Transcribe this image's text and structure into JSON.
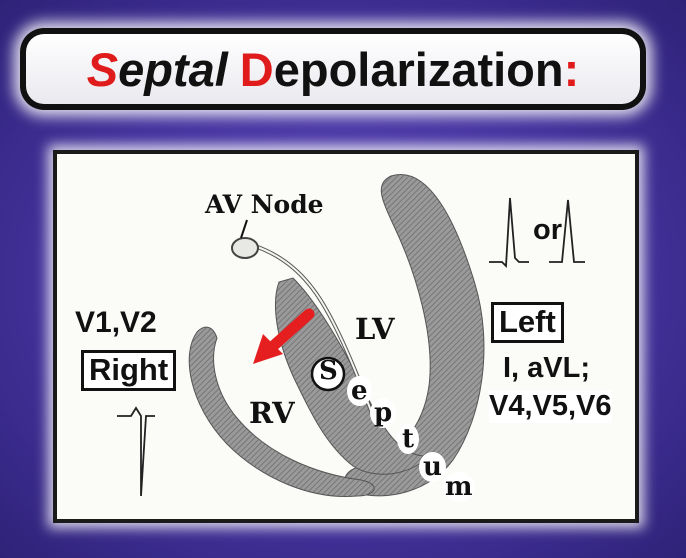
{
  "title": {
    "first_letter": "S",
    "first_rest": "eptal",
    "second_letter": "D",
    "second_rest": "epolarization",
    "colon": ":",
    "accent": "#e01b1b"
  },
  "labels": {
    "av_node": "AV Node",
    "lv": "LV",
    "rv": "RV",
    "or": "or",
    "v1v2": "V1,V2",
    "right": "Right",
    "left": "Left",
    "left_leads_1": "I, aVL;",
    "left_leads_2": "V4,V5,V6"
  },
  "septum_letters": [
    "S",
    "e",
    "p",
    "t",
    "u",
    "m"
  ],
  "arrow": {
    "color": "#e51f1f",
    "direction": "down-left",
    "icon": "depolarization-arrow-icon"
  }
}
